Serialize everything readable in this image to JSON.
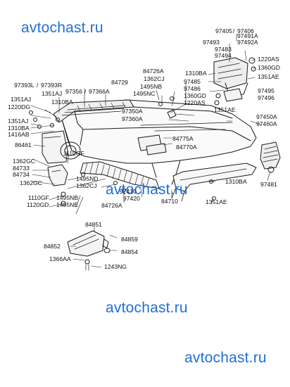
{
  "watermarks": {
    "top": "avtochast.ru",
    "middle": "avtochast.ru",
    "lower": "avtochast.ru",
    "bottom": "avtochast.ru"
  },
  "colors": {
    "watermark": "#1f6fd6",
    "line": "#1a1a1a",
    "text": "#111111"
  },
  "part_numbers": [
    "97405",
    "97406",
    "97493",
    "97491A",
    "97492A",
    "97483",
    "97494",
    "1220AS",
    "1360GD",
    "1351AE",
    "1310BA",
    "84726A",
    "1362CJ",
    "1495NB",
    "97485",
    "97486",
    "1360GD",
    "1220AS",
    "97495",
    "97496",
    "1351AE",
    "84729",
    "1495NC",
    "97393L",
    "97393R",
    "97356",
    "97366A",
    "1351AJ",
    "1220DG",
    "1351AJ",
    "1310BA",
    "1351AJ",
    "1310BA",
    "1416AB",
    "97350A",
    "97360A",
    "84775A",
    "97450A",
    "97460A",
    "86461",
    "84770A",
    "1110GF",
    "1362GC",
    "84733",
    "84734",
    "1362GC",
    "1495ND",
    "1362CJ",
    "97410",
    "97420",
    "1310BA",
    "84710",
    "97481",
    "1110GF",
    "1120GD",
    "1495NB",
    "1495NE",
    "84726A",
    "1351AE",
    "84851",
    "84852",
    "84859",
    "84854",
    "1366AA",
    "1243NG"
  ]
}
